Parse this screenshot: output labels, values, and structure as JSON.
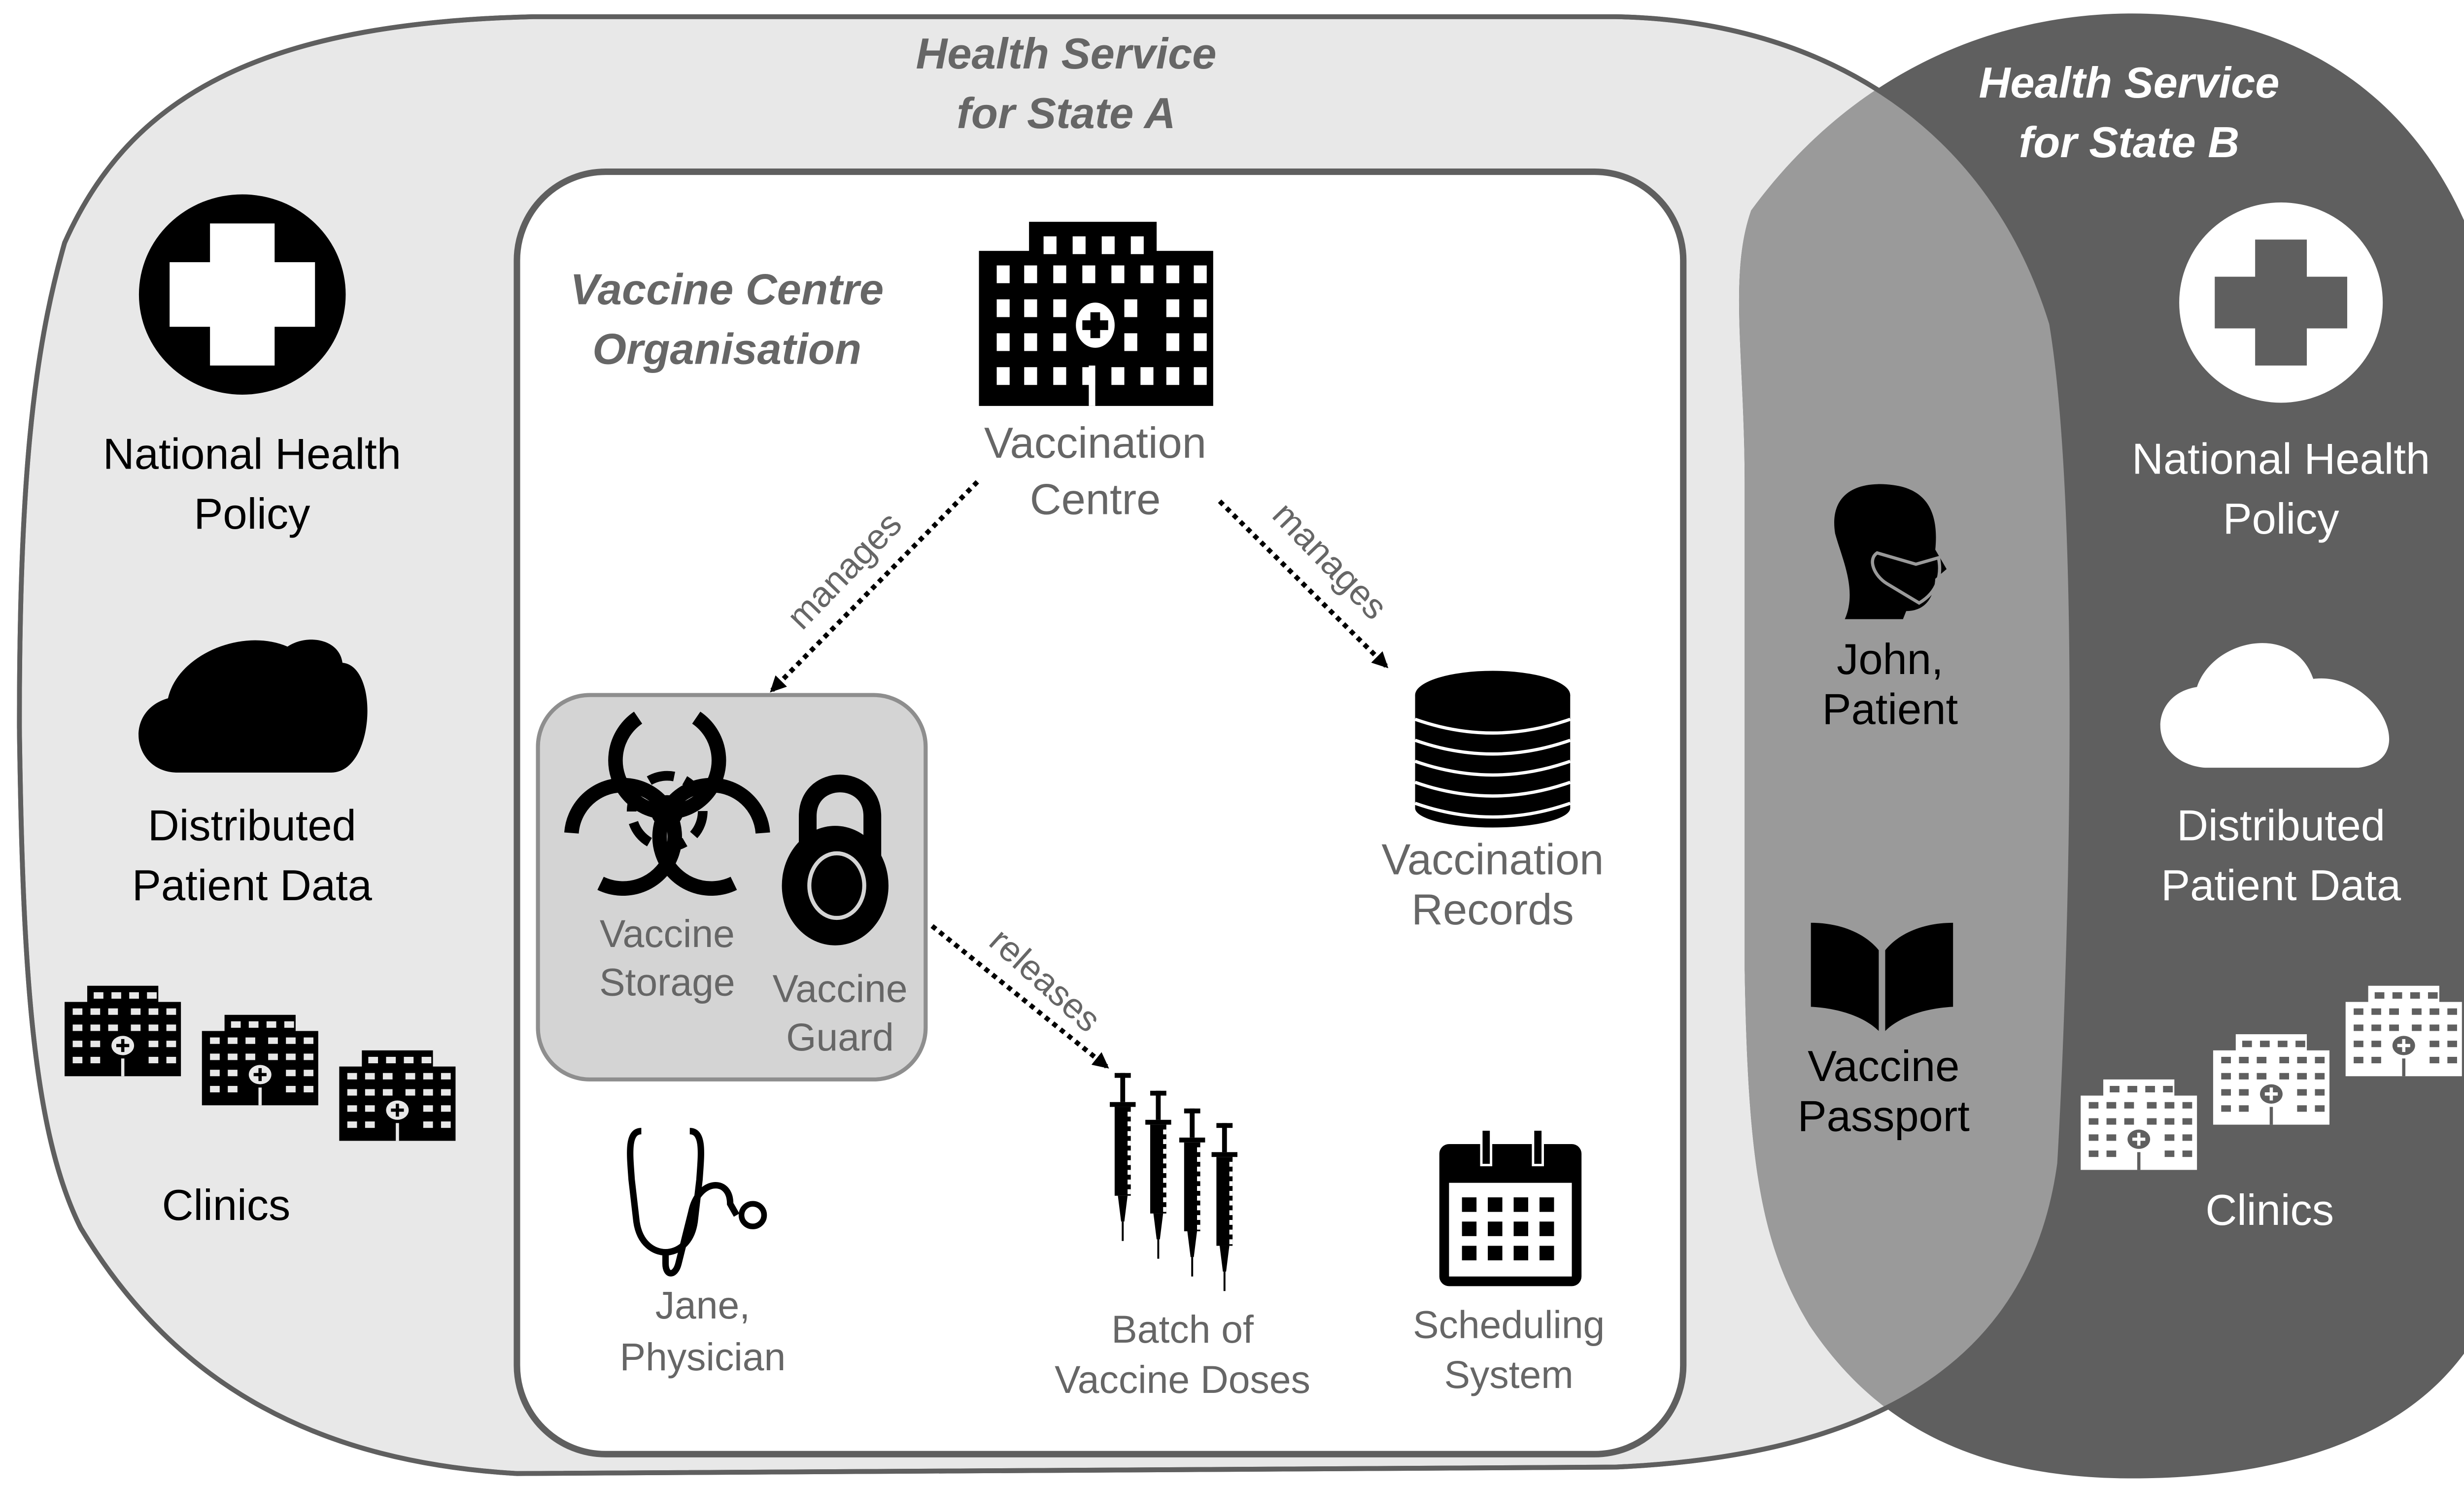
{
  "colors": {
    "state_a_fill": "#e8e8e8",
    "state_b_fill": "#5f5f5f",
    "overlap_fill": "#9a9a9a",
    "border": "#5f5f5f",
    "storage_fill": "#d4d4d4",
    "inner_text": "#666666"
  },
  "state_a": {
    "title_line1": "Health Service",
    "title_line2": "for State A",
    "policy": {
      "icon": "medical-cross-icon",
      "line1": "National Health",
      "line2": "Policy"
    },
    "data": {
      "icon": "cloud-icon",
      "line1": "Distributed",
      "line2": "Patient Data"
    },
    "clinics": {
      "icon": "hospital-building-icon",
      "label": "Clinics"
    }
  },
  "state_b": {
    "title_line1": "Health Service",
    "title_line2": "for State B",
    "policy": {
      "icon": "medical-cross-icon",
      "line1": "National Health",
      "line2": "Policy"
    },
    "data": {
      "icon": "cloud-icon",
      "line1": "Distributed",
      "line2": "Patient Data"
    },
    "clinics": {
      "icon": "hospital-building-icon",
      "label": "Clinics"
    }
  },
  "shared": {
    "patient": {
      "icon": "masked-person-icon",
      "line1": "John,",
      "line2": "Patient"
    },
    "passport": {
      "icon": "open-book-icon",
      "line1": "Vaccine",
      "line2": "Passport"
    }
  },
  "organisation": {
    "title_line1": "Vaccine Centre",
    "title_line2": "Organisation",
    "centre": {
      "icon": "hospital-building-icon",
      "line1": "Vaccination",
      "line2": "Centre"
    },
    "storage": {
      "icon": "biohazard-icon",
      "line1": "Vaccine",
      "line2": "Storage"
    },
    "guard": {
      "icon": "padlock-icon",
      "line1": "Vaccine",
      "line2": "Guard"
    },
    "records": {
      "icon": "database-icon",
      "line1": "Vaccination",
      "line2": "Records"
    },
    "physician": {
      "icon": "stethoscope-icon",
      "line1": "Jane,",
      "line2": "Physician"
    },
    "batch": {
      "icon": "syringes-icon",
      "line1": "Batch of",
      "line2": "Vaccine Doses"
    },
    "scheduling": {
      "icon": "calendar-icon",
      "line1": "Scheduling",
      "line2": "System"
    }
  },
  "relations": [
    {
      "from": "Vaccination Centre",
      "to": "Vaccine Storage",
      "label": "manages"
    },
    {
      "from": "Vaccination Centre",
      "to": "Vaccination Records",
      "label": "manages"
    },
    {
      "from": "Vaccine Guard",
      "to": "Batch of Vaccine Doses",
      "label": "releases"
    }
  ]
}
